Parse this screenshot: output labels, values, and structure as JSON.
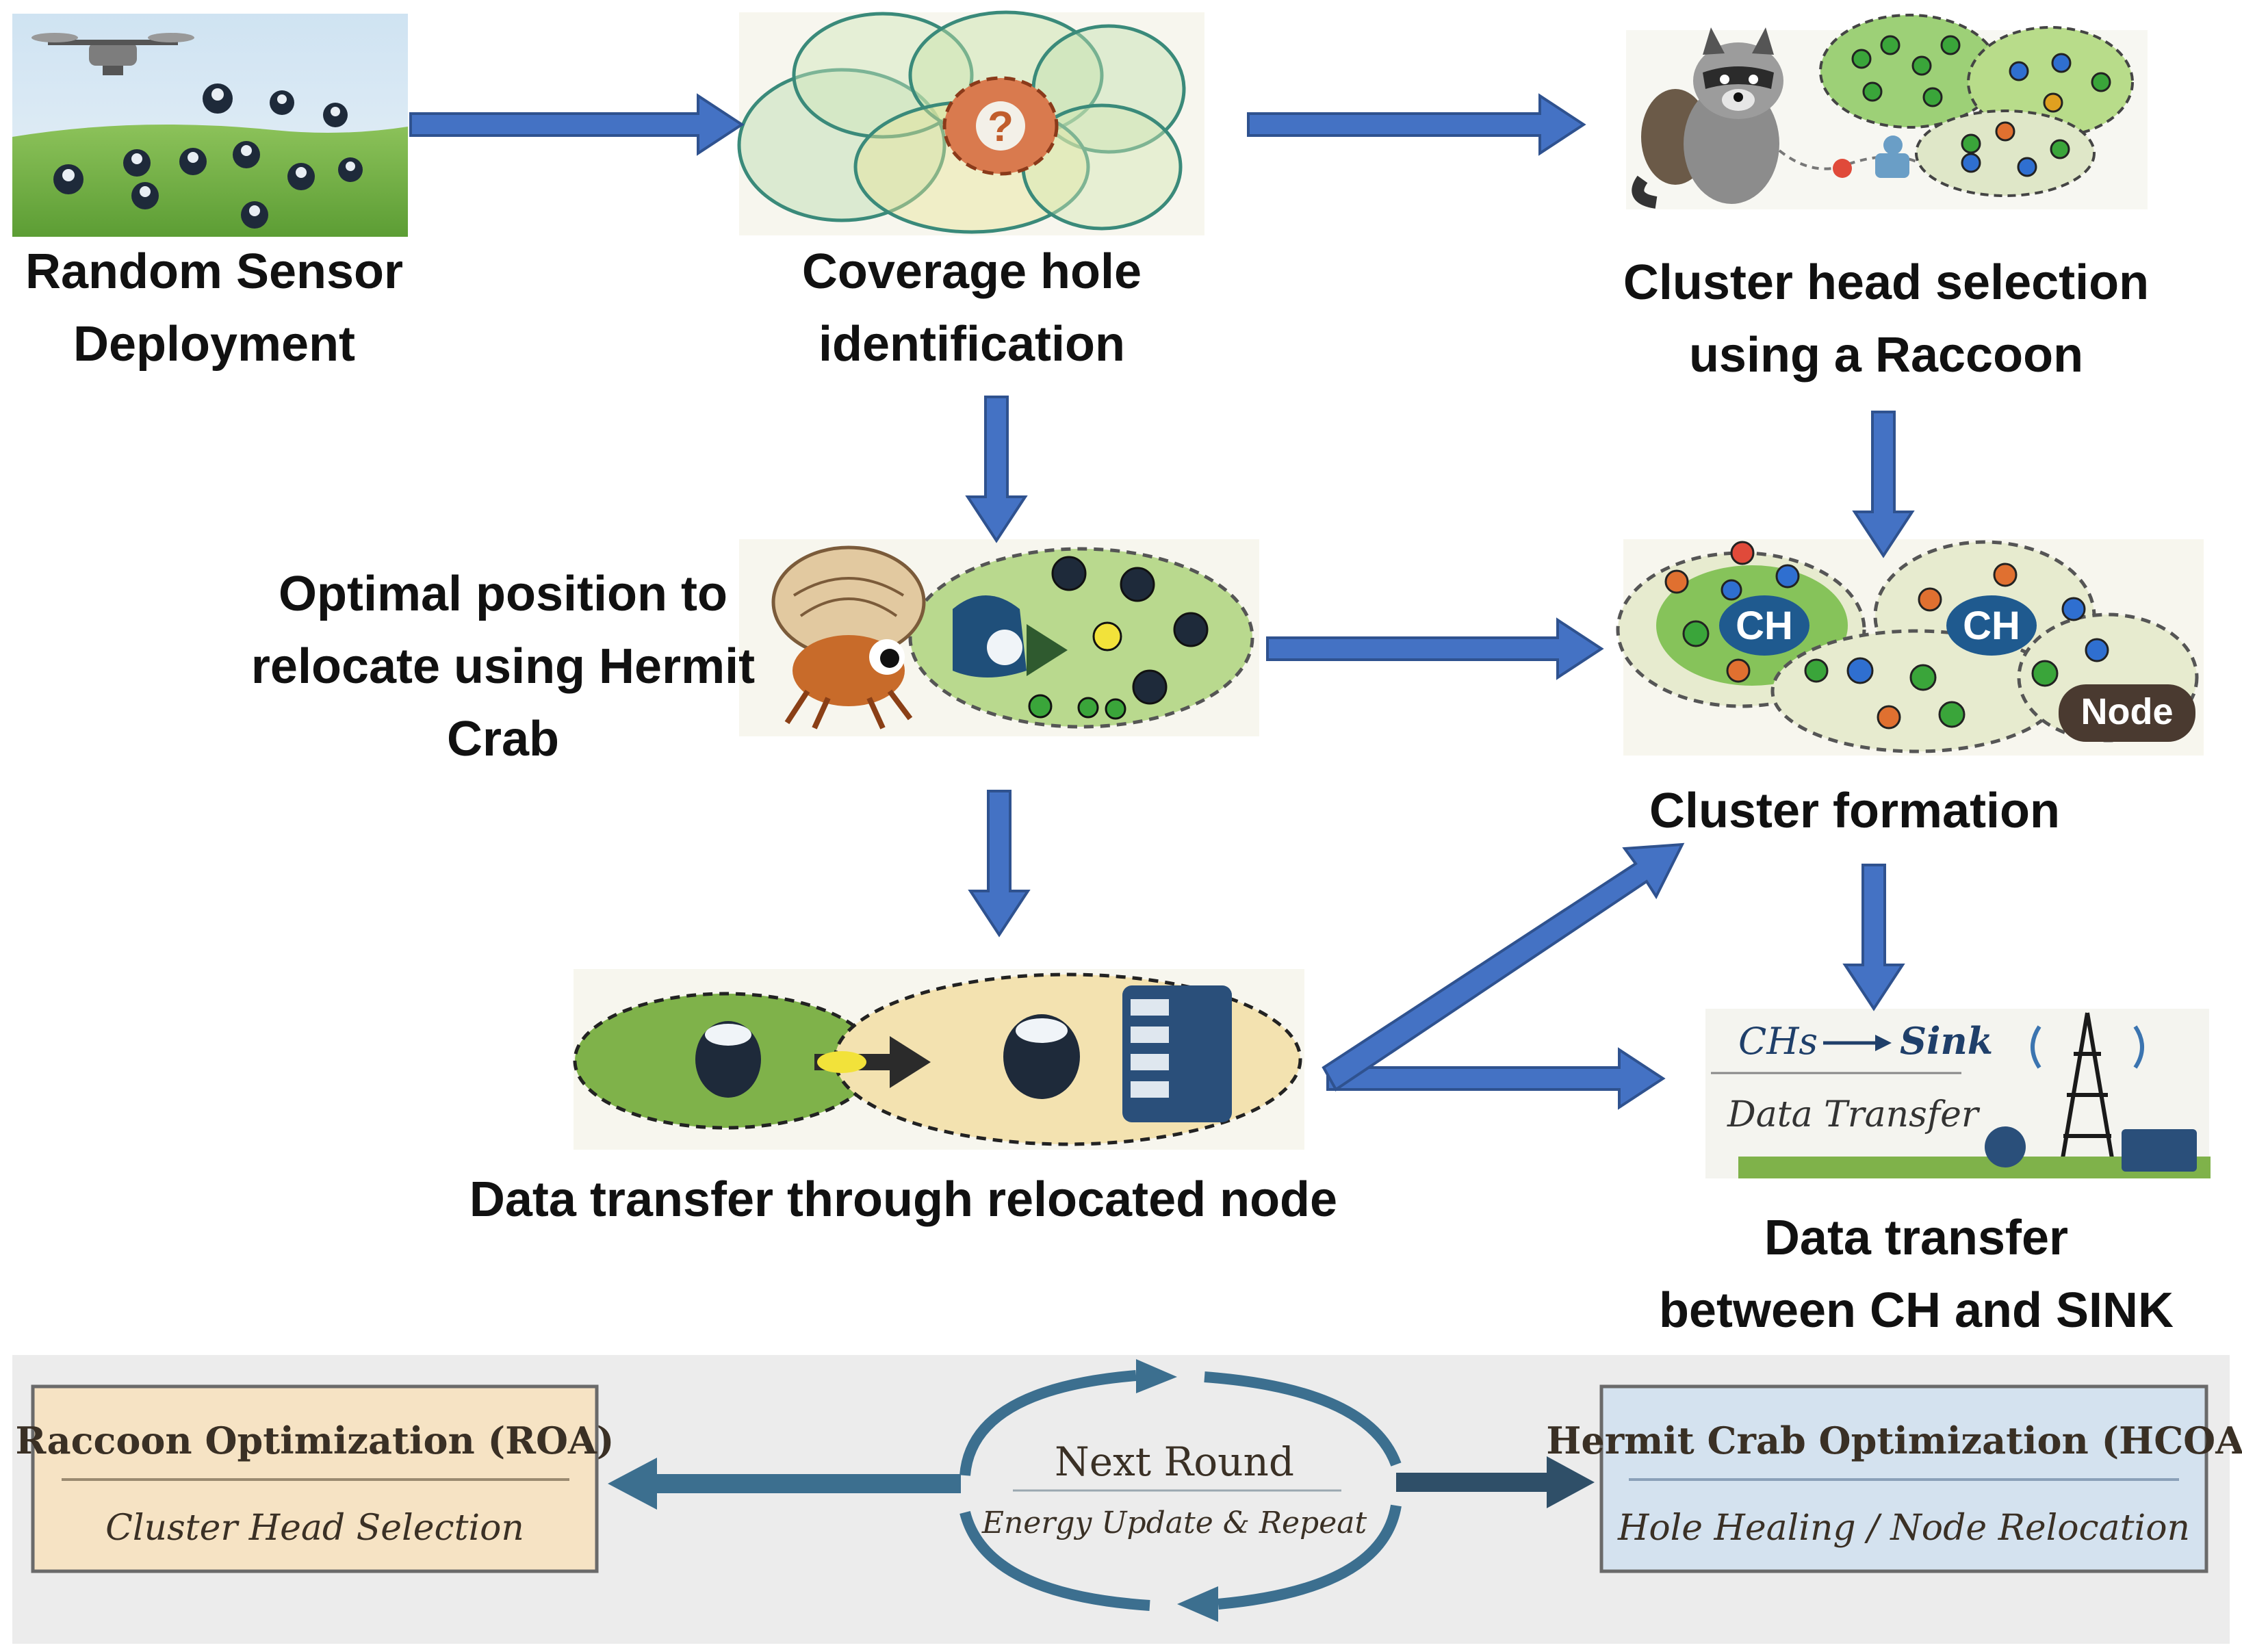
{
  "steps": {
    "deploy": {
      "line1": "Random Sensor",
      "line2": "Deployment"
    },
    "coverage": {
      "line1": "Coverage hole",
      "line2": "identification"
    },
    "cluster_head": {
      "line1": "Cluster head selection",
      "line2": "using a Raccoon"
    },
    "optimal": {
      "line1": "Optimal position to",
      "line2": "relocate using Hermit",
      "line3": "Crab"
    },
    "cluster_formation": {
      "label": "Cluster formation"
    },
    "relocated": {
      "label": "Data transfer through relocated node"
    },
    "sink": {
      "line1": "Data transfer",
      "line2": "between CH and SINK"
    }
  },
  "images": {
    "coverage_mark": "?",
    "ch_label": "CH",
    "node_label": "Node",
    "sink_panel": {
      "flow_from": "CHs",
      "flow_to": "Sink",
      "caption": "Data Transfer"
    }
  },
  "cycle": {
    "roa": {
      "title": "Raccoon Optimization (ROA)",
      "subtitle": "Cluster Head Selection"
    },
    "center": {
      "title": "Next Round",
      "subtitle": "Energy Update & Repeat"
    },
    "hcoa": {
      "title": "Hermit Crab Optimization (HCOA)",
      "subtitle": "Hole Healing / Node Relocation"
    }
  },
  "colors": {
    "arrow": "#4472c4",
    "arrow_stroke": "#2f528f",
    "roa_box": "#f6e3c4",
    "hcoa_box": "#d4e2ef",
    "cycle": "#3c6f8f"
  }
}
